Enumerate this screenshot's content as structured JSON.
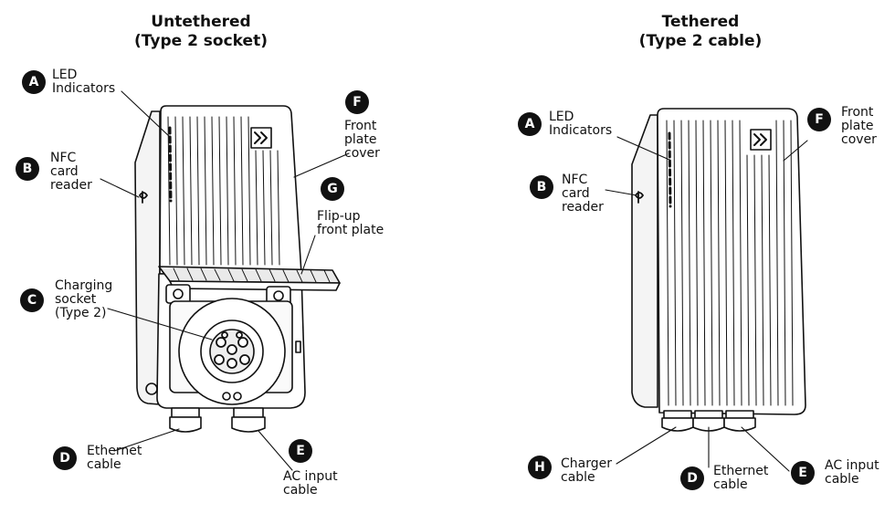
{
  "left_unit": {
    "title_line1": "Untethered",
    "title_line2": "(Type 2 socket)",
    "callouts": {
      "A": {
        "letter": "A",
        "lines": [
          "LED",
          "Indicators"
        ]
      },
      "B": {
        "letter": "B",
        "lines": [
          "NFC",
          "card",
          "reader"
        ]
      },
      "C": {
        "letter": "C",
        "lines": [
          "Charging",
          "socket",
          "(Type 2)"
        ]
      },
      "D": {
        "letter": "D",
        "lines": [
          "Ethernet",
          "cable"
        ]
      },
      "E": {
        "letter": "E",
        "lines": [
          "AC input",
          "cable"
        ]
      },
      "F": {
        "letter": "F",
        "lines": [
          "Front",
          "plate",
          "cover"
        ]
      },
      "G": {
        "letter": "G",
        "lines": [
          "Flip-up",
          "front plate"
        ]
      }
    }
  },
  "right_unit": {
    "title_line1": "Tethered",
    "title_line2": "(Type 2 cable)",
    "callouts": {
      "A": {
        "letter": "A",
        "lines": [
          "LED",
          "Indicators"
        ]
      },
      "B": {
        "letter": "B",
        "lines": [
          "NFC",
          "card",
          "reader"
        ]
      },
      "F": {
        "letter": "F",
        "lines": [
          "Front",
          "plate",
          "cover"
        ]
      },
      "H": {
        "letter": "H",
        "lines": [
          "Charger",
          "cable"
        ]
      },
      "D": {
        "letter": "D",
        "lines": [
          "Ethernet",
          "cable"
        ]
      },
      "E": {
        "letter": "E",
        "lines": [
          "AC input",
          "cable"
        ]
      }
    }
  },
  "colors": {
    "ink": "#111111",
    "badge_fill": "#111111",
    "badge_text": "#ffffff",
    "background": "#ffffff"
  }
}
